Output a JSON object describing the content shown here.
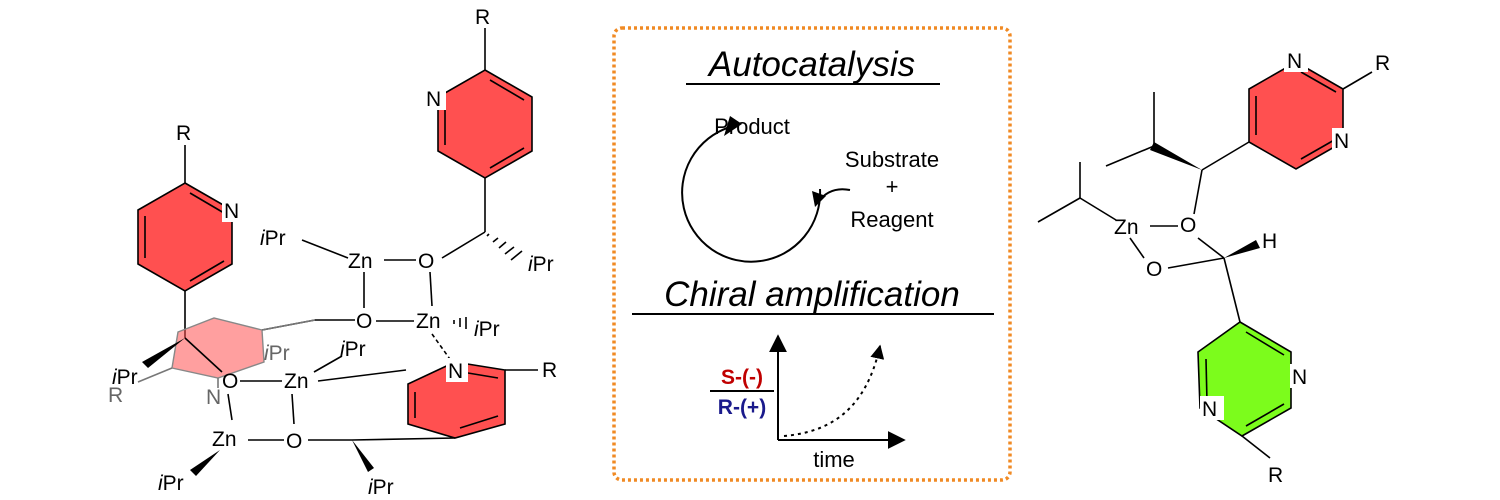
{
  "colors": {
    "pyridine_ring": "#ff5050",
    "pyrimidine_ring": "#7cfc1c",
    "frame_border": "#f08a24",
    "s_label": "#c00000",
    "r_label": "#1a1a8c"
  },
  "left_complex": {
    "labels": {
      "r_top_right": "R",
      "n_top_right": "N",
      "r_top_left": "R",
      "n_top_left": "N",
      "ipr_1": "iPr",
      "zn_1": "Zn",
      "o_1": "O",
      "ipr_2": "iPr",
      "o_2": "O",
      "zn_2": "Zn",
      "ipr_3": "iPr",
      "ipr_4": "iPr",
      "ipr_5": "iPr",
      "ipr_6": "iPr",
      "r_faded": "R",
      "n_faded": "N",
      "o_3": "O",
      "zn_3": "Zn",
      "n_bottom": "N",
      "r_bottom": "R",
      "zn_4": "Zn",
      "o_4": "O",
      "ipr_7": "iPr",
      "ipr_8": "iPr"
    }
  },
  "center_panel": {
    "autocatalysis_title": "Autocatalysis",
    "product_label": "Product",
    "substrate_label": "Substrate",
    "plus_label": "+",
    "reagent_label": "Reagent",
    "chiral_title": "Chiral amplification",
    "s_label": "S-(-)",
    "r_label": "R-(+)",
    "time_label": "time"
  },
  "right_complex": {
    "labels": {
      "n_top_1": "N",
      "r_top": "R",
      "n_top_2": "N",
      "zn": "Zn",
      "o_upper": "O",
      "h": "H",
      "o_lower": "O",
      "n_green_1": "N",
      "n_green_2": "N",
      "r_bottom": "R"
    }
  }
}
